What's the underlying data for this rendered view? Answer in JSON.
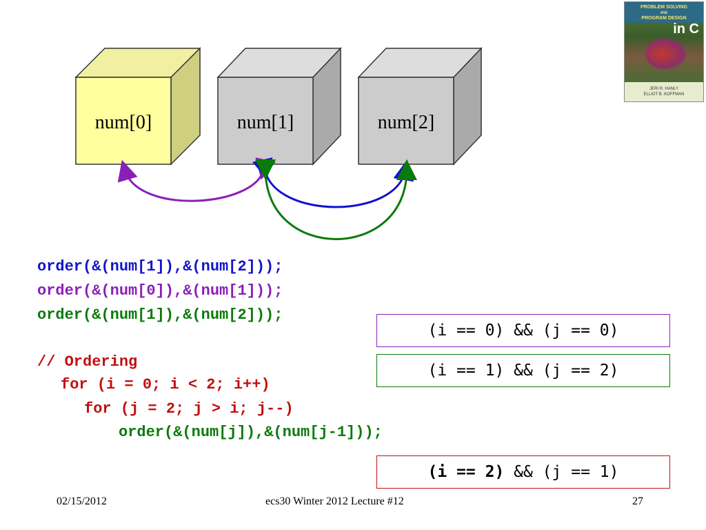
{
  "boxes": [
    {
      "label": "num[0]",
      "fill": "#ffffa0",
      "side": "#cfcf80",
      "top": "#f0f0a0"
    },
    {
      "label": "num[1]",
      "fill": "#cccccc",
      "side": "#aaaaaa",
      "top": "#dddddd"
    },
    {
      "label": "num[2]",
      "fill": "#cccccc",
      "side": "#aaaaaa",
      "top": "#dddddd"
    }
  ],
  "arrow_colors": {
    "purple": "#8a1fb8",
    "blue": "#1010d0",
    "green": "#0a7a0a"
  },
  "code": {
    "line1": "order(&(num[1]),&(num[2]));",
    "line2": "order(&(num[0]),&(num[1]));",
    "line3": "order(&(num[1]),&(num[2]));",
    "comment": "// Ordering",
    "for_i": "for (i = 0; i < 2; i++)",
    "for_j": "for (j = 2; j > i; j--)",
    "call": "order(&(num[j]),&(num[j-1]));",
    "colors": {
      "blue": "#1414c8",
      "purple": "#8a1fb8",
      "green": "#0a7a0a",
      "red": "#c01010"
    }
  },
  "conditions": [
    {
      "text": "(i == 0) && (j == 0)",
      "border": "#8a1fb8"
    },
    {
      "text": "(i == 1) && (j == 2)",
      "border": "#0a7a0a"
    },
    {
      "bold_part": "(i == 2)",
      "rest": " && (j == 1)",
      "border": "#c01010"
    }
  ],
  "book_cover": {
    "title_lines": [
      "PROBLEM SOLVING",
      "AND",
      "PROGRAM DESIGN",
      "in C"
    ],
    "authors": [
      "JERI R. HANLY",
      "ELLIOT B. KOFFMAN"
    ]
  },
  "footer": {
    "date": "02/15/2012",
    "course": "ecs30 Winter 2012 Lecture #12",
    "page": "27"
  }
}
